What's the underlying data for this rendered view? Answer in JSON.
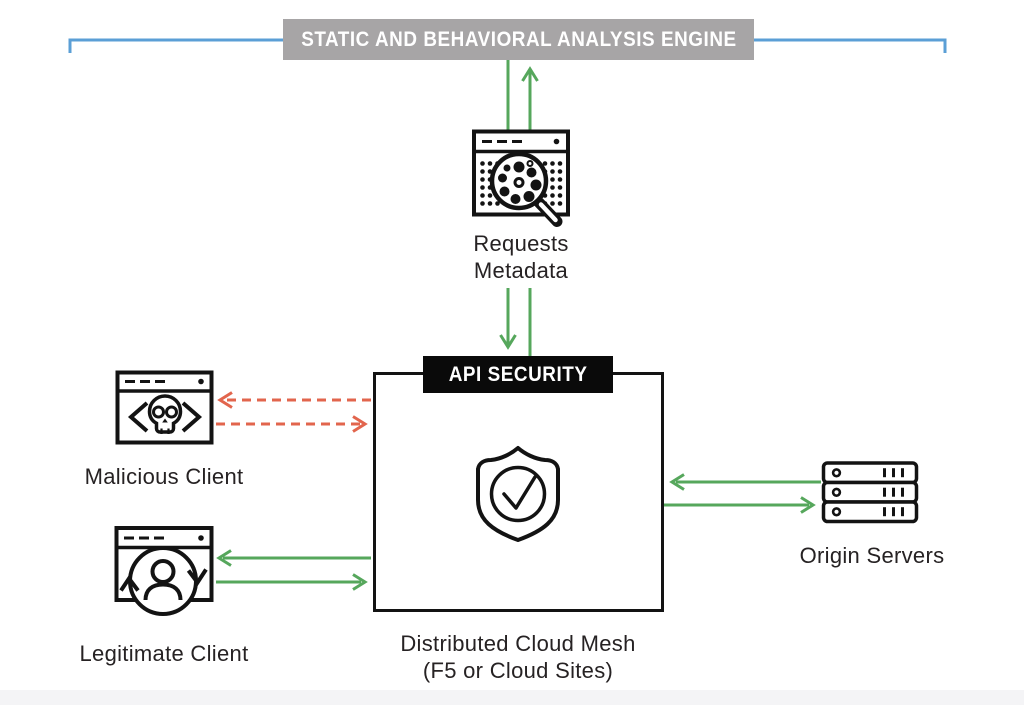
{
  "colors": {
    "green": "#56A75C",
    "red": "#E2654D",
    "blue": "#5B9FD6",
    "banner_gray": "#A7A5A6",
    "banner_black": "#0A0A0A",
    "ink": "#131313",
    "text": "#262223",
    "canvas": "#FFFFFF",
    "footer": "#F4F4F6"
  },
  "banners": {
    "analysis_engine": "STATIC AND BEHAVIORAL ANALYSIS ENGINE",
    "api_security": "API SECURITY"
  },
  "nodes": {
    "requests_metadata": {
      "line1": "Requests",
      "line2": "Metadata",
      "icon": "browser-scan-icon"
    },
    "malicious_client": {
      "label": "Malicious Client",
      "icon": "browser-skull-icon"
    },
    "legitimate_client": {
      "label": "Legitimate Client",
      "icon": "browser-user-sync-icon"
    },
    "origin_servers": {
      "label": "Origin Servers",
      "icon": "server-stack-icon"
    },
    "cloud_mesh": {
      "line1": "Distributed Cloud Mesh",
      "line2": "(F5 or Cloud Sites)",
      "icon": "shield-check-icon"
    }
  }
}
